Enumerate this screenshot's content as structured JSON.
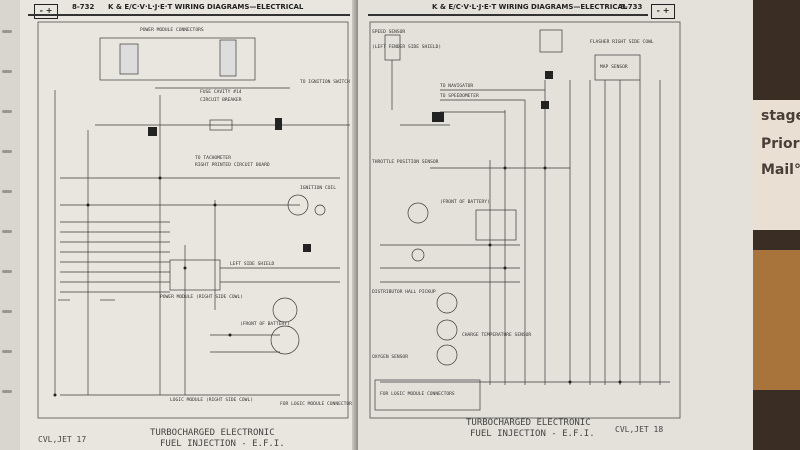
{
  "left_page": {
    "page_number": "8-732",
    "header_title": "K & E/C·V·L·J·E·T WIRING DIAGRAMS—ELECTRICAL",
    "battery_symbol": "- +",
    "footer_title_line1": "TURBOCHARGED ELECTRONIC",
    "footer_title_line2": "FUEL INJECTION - E.F.I.",
    "footer_tab": "CVL,JET  17",
    "labels": [
      "POWER MODULE CONNECTORS",
      "TO IGNITION SWITCH",
      "FUSE CAVITY #14",
      "CIRCUIT BREAKER",
      "TO TACHOMETER",
      "RIGHT PRINTED CIRCUIT BOARD",
      "IGNITION COIL",
      "POWER MODULE (RIGHT SIDE COWL)",
      "LEFT SIDE SHIELD",
      "(FRONT OF BATTERY)",
      "LOGIC MODULE (RIGHT SIDE COWL)",
      "FOR LOGIC MODULE CONNECTORS"
    ]
  },
  "right_page": {
    "page_number": "8-733",
    "header_title": "K & E/C·V·L·J·E·T WIRING DIAGRAMS—ELECTRICAL",
    "battery_symbol": "- +",
    "footer_title_line1": "TURBOCHARGED ELECTRONIC",
    "footer_title_line2": "FUEL INJECTION - E.F.I.",
    "footer_tab": "CVL,JET  18",
    "labels": [
      "SPEED SENSOR",
      "(LEFT FENDER SIDE SHIELD)",
      "TO NAVIGATOR",
      "TO SPEEDOMETER",
      "FLASHER RIGHT SIDE COWL",
      "MAP SENSOR",
      "THROTTLE POSITION SENSOR",
      "(FRONT OF BATTERY)",
      "DISTRIBUTOR HALL PICKUP",
      "CHARGE TEMPERATURE SENSOR",
      "OXYGEN SENSOR",
      "FOR LOGIC MODULE CONNECTORS"
    ]
  },
  "background": {
    "paper_text_1": "stage re",
    "paper_text_2": "Prior",
    "paper_text_3": "Mail° S"
  }
}
